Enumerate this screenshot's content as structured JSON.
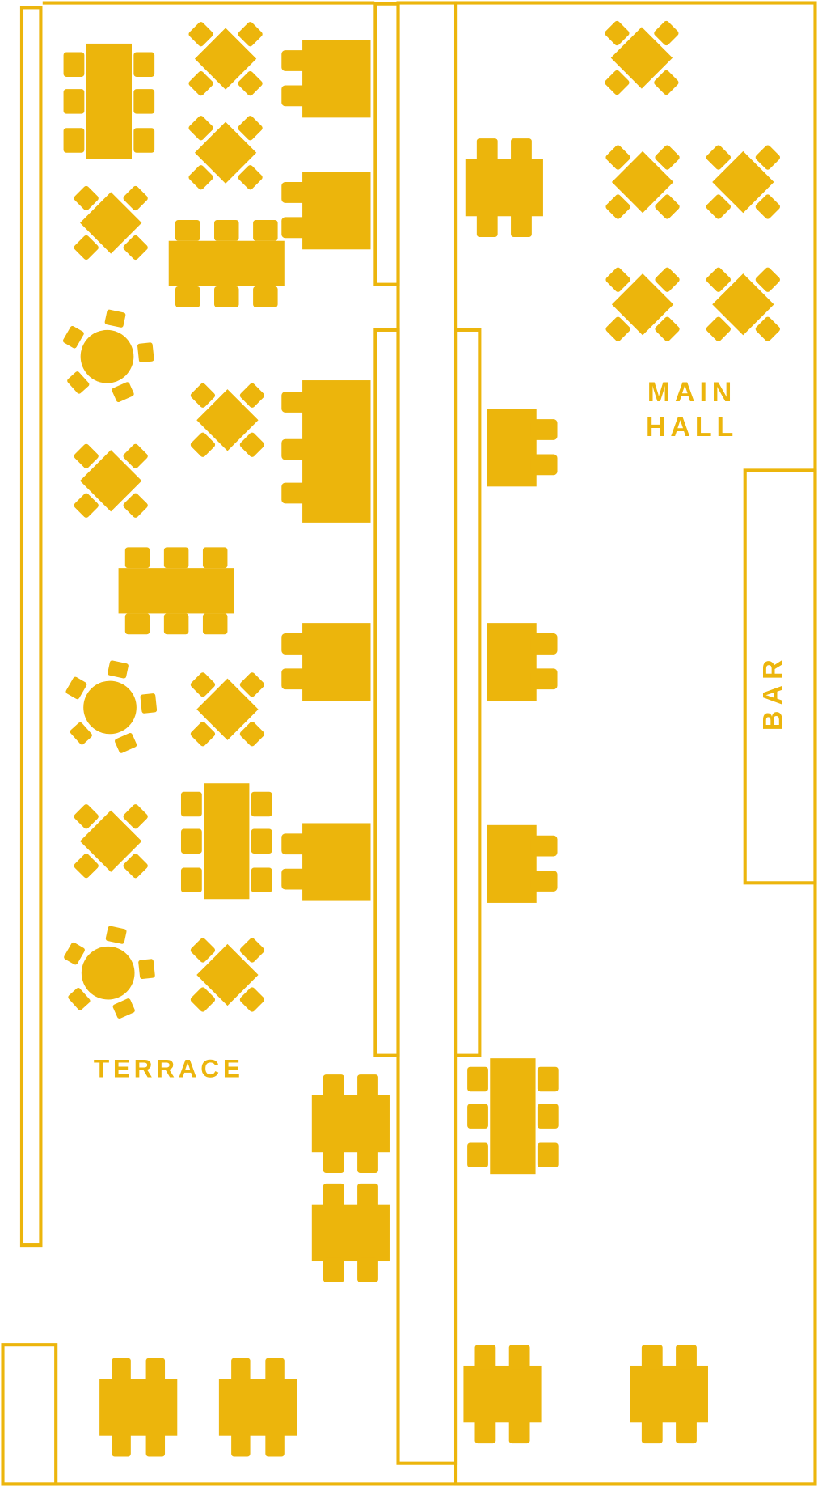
{
  "plan": {
    "accent_color": "#ecb50c",
    "background_color": "#ffffff"
  },
  "zones": {
    "terrace_label": "TERRACE",
    "main_hall_line1": "MAIN",
    "main_hall_line2": "HALL",
    "bar_label": "BAR"
  }
}
